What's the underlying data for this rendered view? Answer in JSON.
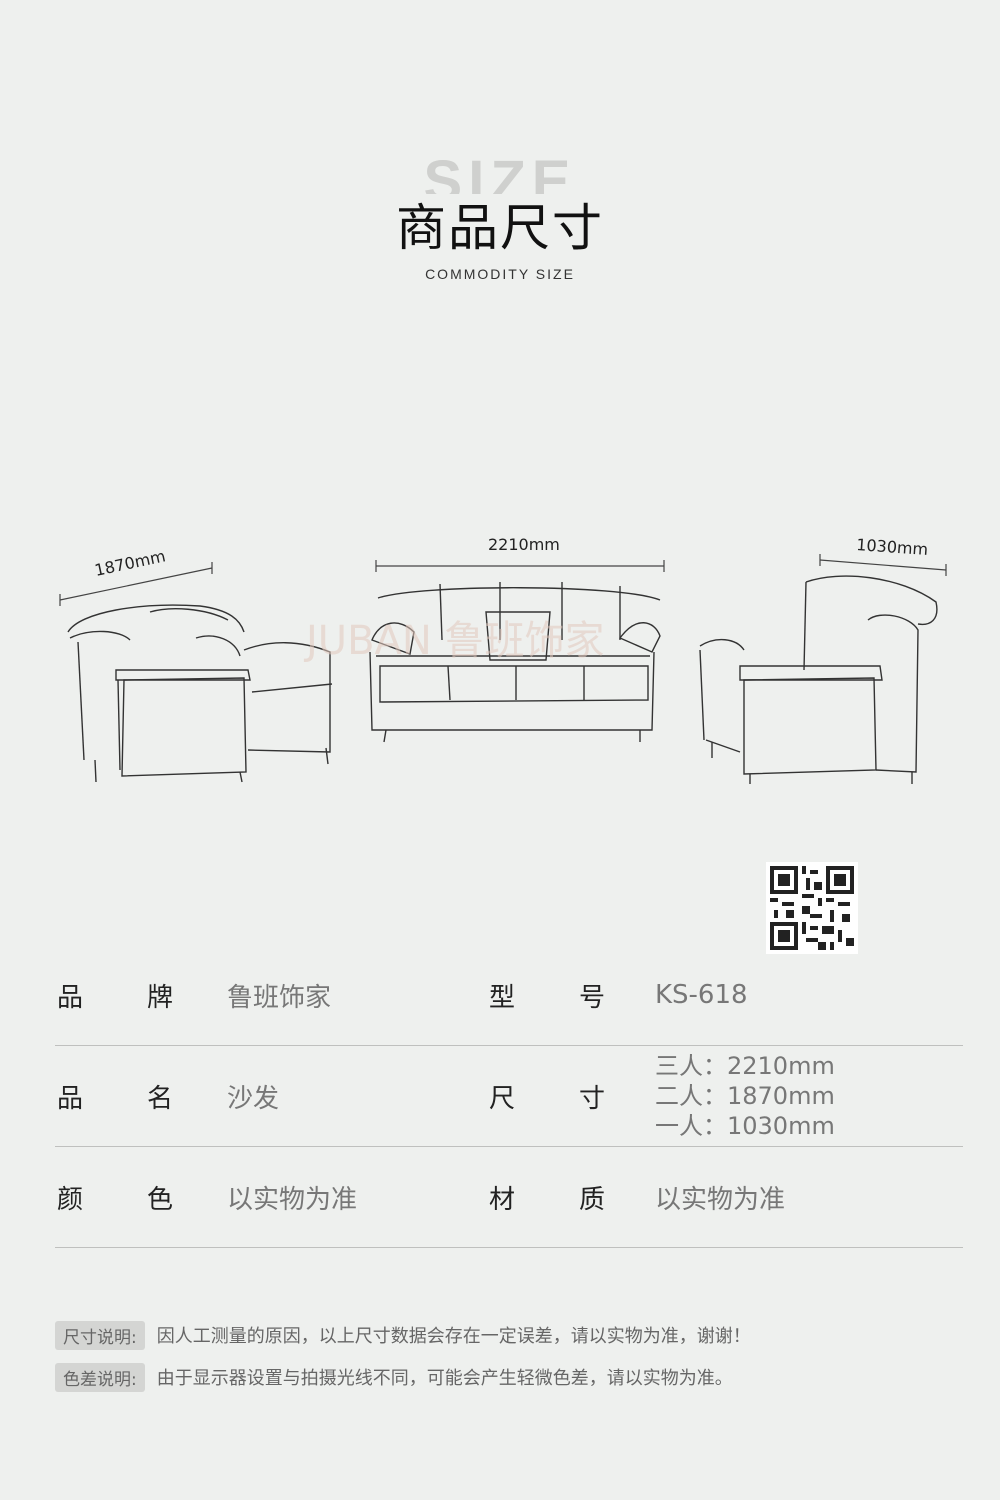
{
  "header": {
    "bg_word": "SIZE",
    "title": "商品尺寸",
    "subtitle": "COMMODITY SIZE"
  },
  "diagram": {
    "watermark": "JUBAN 鲁班饰家",
    "dims": {
      "two_seat": "1870mm",
      "three_seat": "2210mm",
      "one_seat": "1030mm"
    }
  },
  "specs": {
    "brand": {
      "label_a": "品",
      "label_b": "牌",
      "value": "鲁班饰家"
    },
    "model": {
      "label_a": "型",
      "label_b": "号",
      "value": "KS-618"
    },
    "name": {
      "label_a": "品",
      "label_b": "名",
      "value": "沙发"
    },
    "size": {
      "label_a": "尺",
      "label_b": "寸",
      "lines": [
        "三人：2210mm",
        "二人：1870mm",
        "一人：1030mm"
      ]
    },
    "color": {
      "label_a": "颜",
      "label_b": "色",
      "value": "以实物为准"
    },
    "material": {
      "label_a": "材",
      "label_b": "质",
      "value": "以实物为准"
    }
  },
  "notes": [
    {
      "tag": "尺寸说明:",
      "text": "因人工测量的原因，以上尺寸数据会存在一定误差，请以实物为准，谢谢！"
    },
    {
      "tag": "色差说明:",
      "text": "由于显示器设置与拍摄光线不同，可能会产生轻微色差，请以实物为准。"
    }
  ]
}
